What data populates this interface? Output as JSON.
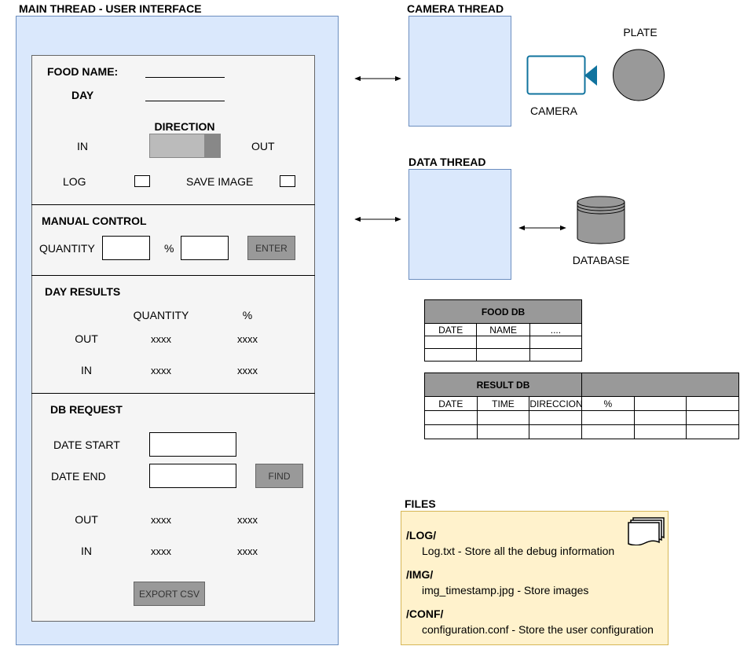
{
  "main_thread": {
    "title": "MAIN THREAD - USER INTERFACE",
    "food_name_label": "FOOD NAME:",
    "day_label": "DAY",
    "direction_label": "DIRECTION",
    "in_label": "IN",
    "out_label": "OUT",
    "log_label": "LOG",
    "save_image_label": "SAVE IMAGE",
    "manual_control": {
      "title": "MANUAL CONTROL",
      "quantity_label": "QUANTITY",
      "percent_label": "%",
      "enter_label": "ENTER"
    },
    "day_results": {
      "title": "DAY RESULTS",
      "col_quantity": "QUANTITY",
      "col_percent": "%",
      "rows": [
        {
          "label": "OUT",
          "quantity": "xxxx",
          "percent": "xxxx"
        },
        {
          "label": "IN",
          "quantity": "xxxx",
          "percent": "xxxx"
        }
      ]
    },
    "db_request": {
      "title": "DB REQUEST",
      "date_start_label": "DATE START",
      "date_end_label": "DATE END",
      "find_label": "FIND",
      "rows": [
        {
          "label": "OUT",
          "quantity": "xxxx",
          "percent": "xxxx"
        },
        {
          "label": "IN",
          "quantity": "xxxx",
          "percent": "xxxx"
        }
      ],
      "export_label": "EXPORT CSV"
    }
  },
  "camera_thread": {
    "title": "CAMERA THREAD",
    "camera_label": "CAMERA",
    "plate_label": "PLATE"
  },
  "data_thread": {
    "title": "DATA THREAD",
    "database_label": "DATABASE"
  },
  "food_db": {
    "title": "FOOD DB",
    "columns": [
      "DATE",
      "NAME",
      "...."
    ]
  },
  "result_db": {
    "title": "RESULT DB",
    "columns": [
      "DATE",
      "TIME",
      "DIRECCION",
      "%",
      "",
      ""
    ]
  },
  "files": {
    "title": "FILES",
    "entries": [
      {
        "folder": "/LOG/",
        "description": "Log.txt - Store all the debug information"
      },
      {
        "folder": "/IMG/",
        "description": "img_timestamp.jpg - Store images"
      },
      {
        "folder": "/CONF/",
        "description": "configuration.conf - Store the user configuration"
      }
    ]
  },
  "colors": {
    "thread_fill": "#dae8fc",
    "thread_border": "#6c8ebf",
    "panel_fill": "#f5f5f5",
    "button_fill": "#999999",
    "camera_stroke": "#10739e",
    "plate_fill": "#999999",
    "database_fill": "#999999",
    "files_fill": "#fff2cc",
    "files_border": "#d6b656"
  }
}
